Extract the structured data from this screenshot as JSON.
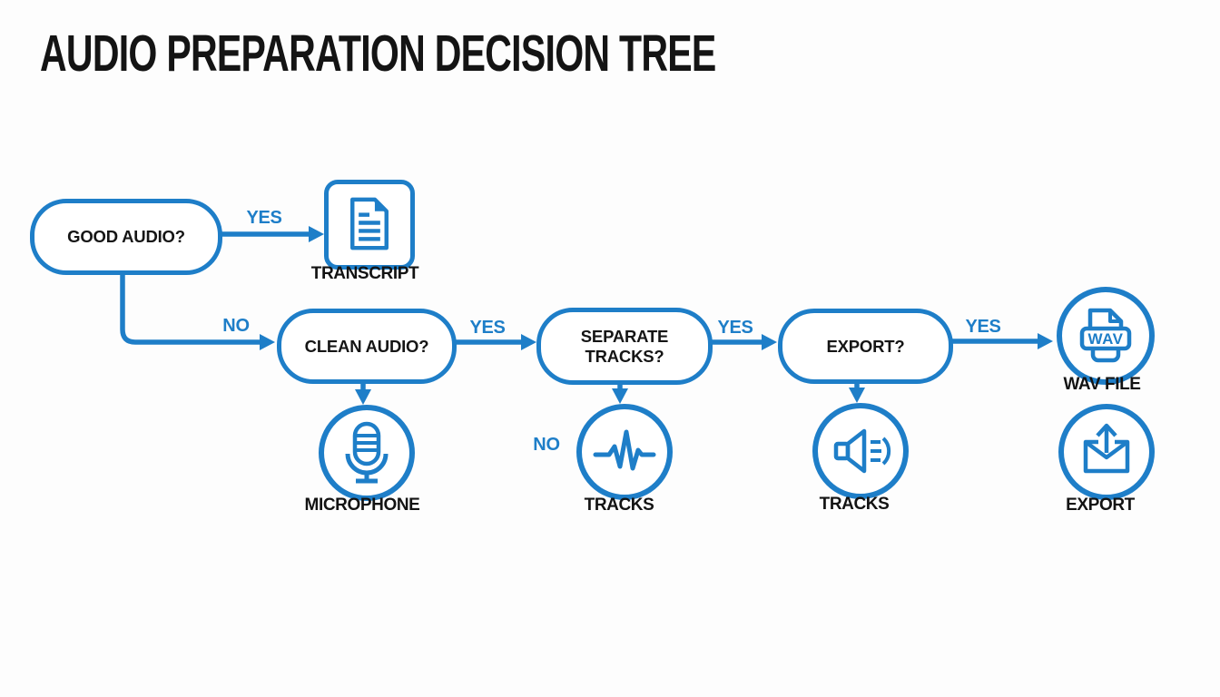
{
  "title": "AUDIO PREPARATION DECISION TREE",
  "colors": {
    "accent": "#1e7ec8",
    "text": "#141414",
    "background": "#ffffff"
  },
  "nodes": {
    "good_audio": {
      "label": "GOOD AUDIO?"
    },
    "clean_audio": {
      "label": "CLEAN AUDIO?"
    },
    "separate_tracks": {
      "label": "SEPARATE TRACKS?"
    },
    "export": {
      "label": "EXPORT?"
    }
  },
  "edges": {
    "good_to_transcript": {
      "label": "YES"
    },
    "good_to_clean": {
      "label": "NO"
    },
    "clean_to_separate": {
      "label": "YES"
    },
    "separate_to_export": {
      "label": "YES"
    },
    "separate_to_tracks": {
      "label": "NO"
    },
    "export_to_wav": {
      "label": "YES"
    }
  },
  "terminals": {
    "transcript": {
      "label": "TRANSCRIPT",
      "icon": "document-icon"
    },
    "microphone": {
      "label": "MICROPHONE",
      "icon": "microphone-icon"
    },
    "tracks_wave": {
      "label": "TRACKS",
      "icon": "waveform-icon"
    },
    "tracks_speaker": {
      "label": "TRACKS",
      "icon": "speaker-icon"
    },
    "wav_file": {
      "label": "WAV FILE",
      "icon": "wav-file-icon",
      "badge": "WAV"
    },
    "export_file": {
      "label": "EXPORT",
      "icon": "export-envelope-icon"
    }
  }
}
